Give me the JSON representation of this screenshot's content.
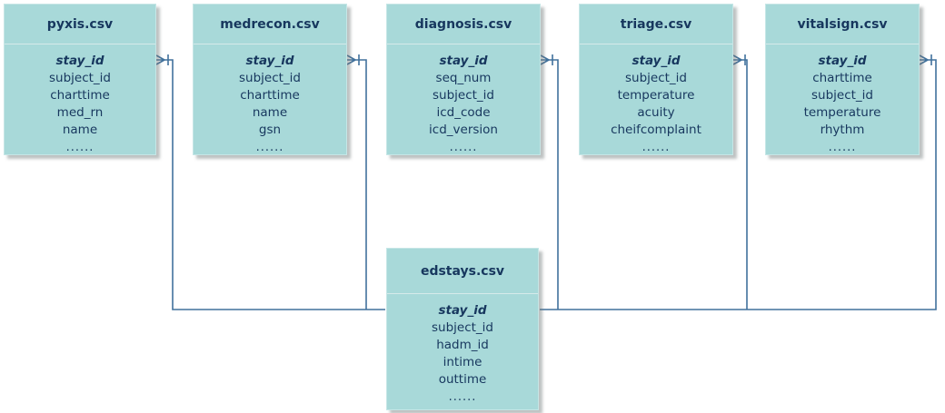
{
  "diagram": {
    "type": "entity-relationship",
    "description": "Emergency-department CSV tables linked to edstays.csv by stay_id",
    "tables": [
      {
        "title": "pyxis.csv",
        "primary_key": "stay_id",
        "fields": [
          "stay_id",
          "subject_id",
          "charttime",
          "med_rn",
          "name",
          "......"
        ]
      },
      {
        "title": "medrecon.csv",
        "primary_key": "stay_id",
        "fields": [
          "stay_id",
          "subject_id",
          "charttime",
          "name",
          "gsn",
          "......"
        ]
      },
      {
        "title": "diagnosis.csv",
        "primary_key": "stay_id",
        "fields": [
          "stay_id",
          "seq_num",
          "subject_id",
          "icd_code",
          "icd_version",
          "......"
        ]
      },
      {
        "title": "triage.csv",
        "primary_key": "stay_id",
        "fields": [
          "stay_id",
          "subject_id",
          "temperature",
          "acuity",
          "cheifcomplaint",
          "......"
        ]
      },
      {
        "title": "vitalsign.csv",
        "primary_key": "stay_id",
        "fields": [
          "stay_id",
          "charttime",
          "subject_id",
          "temperature",
          "rhythm",
          "......"
        ]
      },
      {
        "title": "edstays.csv",
        "primary_key": "stay_id",
        "fields": [
          "stay_id",
          "subject_id",
          "hadm_id",
          "intime",
          "outtime",
          "......"
        ]
      }
    ],
    "relationships": [
      {
        "from": "pyxis.csv",
        "to": "edstays.csv",
        "key": "stay_id",
        "from_cardinality": "many",
        "to_cardinality": "one"
      },
      {
        "from": "medrecon.csv",
        "to": "edstays.csv",
        "key": "stay_id",
        "from_cardinality": "many",
        "to_cardinality": "one"
      },
      {
        "from": "diagnosis.csv",
        "to": "edstays.csv",
        "key": "stay_id",
        "from_cardinality": "many",
        "to_cardinality": "one"
      },
      {
        "from": "triage.csv",
        "to": "edstays.csv",
        "key": "stay_id",
        "from_cardinality": "many",
        "to_cardinality": "one"
      },
      {
        "from": "vitalsign.csv",
        "to": "edstays.csv",
        "key": "stay_id",
        "from_cardinality": "many",
        "to_cardinality": "one"
      }
    ]
  },
  "colors": {
    "box_fill": "#a8d9d9",
    "box_border": "#c6e6e6",
    "divider": "#d6eaea",
    "text": "#17375e",
    "connector": "#41719c",
    "background": "#ffffff"
  }
}
